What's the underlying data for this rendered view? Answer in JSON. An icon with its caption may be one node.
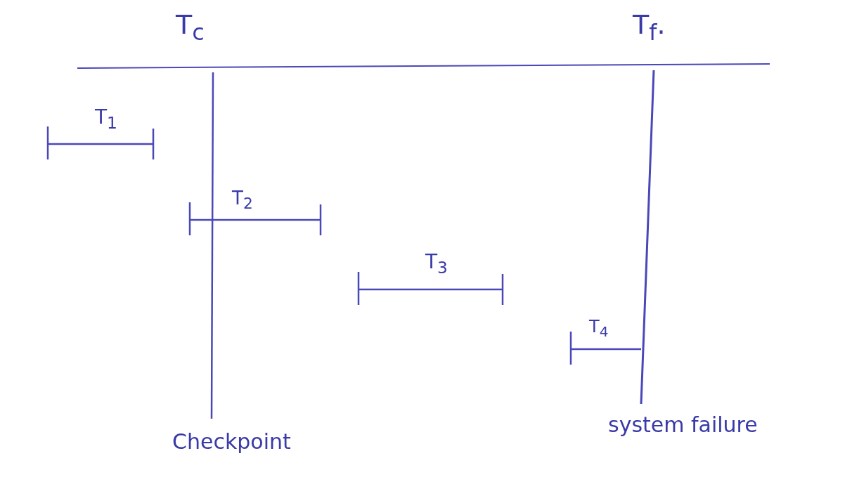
{
  "diagram": {
    "labels": [
      "T$_{c}$",
      "T$_{f}$.",
      "T$_{1}$",
      "T$_{2}$",
      "T$_{3}$",
      "T$_{4}$",
      "Checkpoint",
      "system failure"
    ]
  }
}
